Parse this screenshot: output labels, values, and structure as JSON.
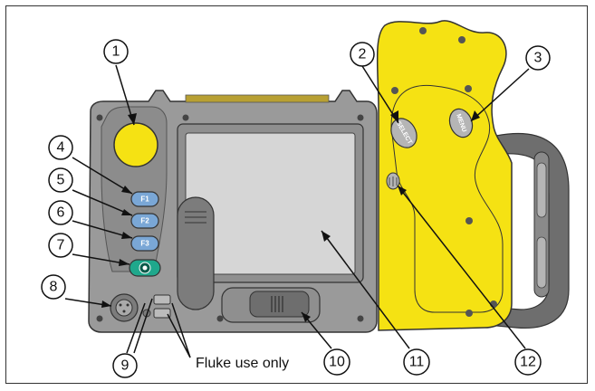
{
  "callouts": [
    "1",
    "2",
    "3",
    "4",
    "5",
    "6",
    "7",
    "8",
    "9",
    "10",
    "11",
    "12"
  ],
  "buttons": {
    "f1": "F1",
    "f2": "F2",
    "f3": "F3",
    "select": "SELECT",
    "menu": "MENU"
  },
  "caption": "Fluke use only",
  "colors": {
    "body": "#9a9a9a",
    "body_dark": "#7c7c7c",
    "handle": "#f5e213",
    "screen": "#d6d6d6",
    "strap": "#6e6e6e",
    "button_blue": "#7aa7d6",
    "button_green": "#1fa88c"
  }
}
